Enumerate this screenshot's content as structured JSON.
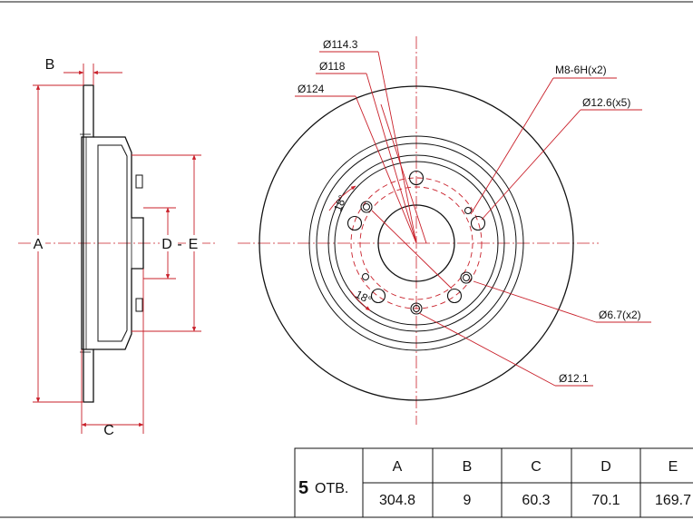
{
  "side_view": {
    "labels": {
      "a": "A",
      "b": "B",
      "c": "C",
      "d": "D",
      "e": "E"
    }
  },
  "front_view": {
    "callouts": {
      "d114": "Ø114.3",
      "d118": "Ø118",
      "d124": "Ø124",
      "thread": "M8-6H(x2)",
      "holes": "Ø12.6(x5)",
      "small_holes": "Ø6.7(x2)",
      "center_hole": "Ø12.1",
      "angle_top": "18°",
      "angle_bottom": "18°"
    }
  },
  "spec_table": {
    "holes_count": "5",
    "holes_suffix": "ОТВ.",
    "headers": [
      "A",
      "B",
      "C",
      "D",
      "E"
    ],
    "values": [
      "304.8",
      "9",
      "60.3",
      "70.1",
      "169.7"
    ]
  },
  "colors": {
    "dimension": "#c9202a",
    "outline": "#111111"
  }
}
